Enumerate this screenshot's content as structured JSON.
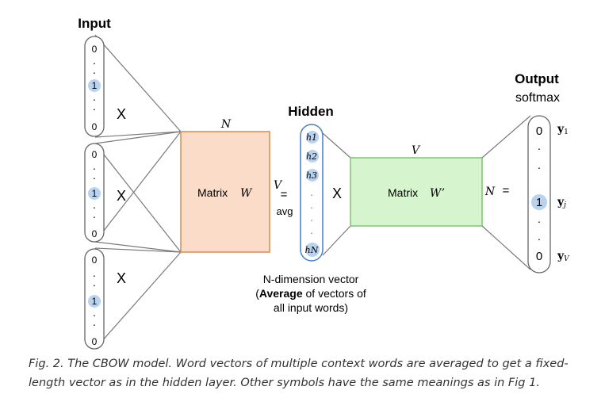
{
  "title": "Fig. 2 CBOW model",
  "input": {
    "label": "Input",
    "vectors": [
      {
        "top": "0",
        "one": "1",
        "bottom": "0"
      },
      {
        "top": "0",
        "one": "1",
        "bottom": "0"
      },
      {
        "top": "0",
        "one": "1",
        "bottom": "0"
      }
    ],
    "times": "X"
  },
  "matrix_w": {
    "label": "Matrix",
    "symbol": "W",
    "dim_top": "N",
    "dim_side": "V"
  },
  "avg": {
    "equals": "=",
    "label": "avg"
  },
  "hidden": {
    "label": "Hidden",
    "cells": [
      "h1",
      "h2",
      "h3",
      "hN"
    ],
    "times": "X",
    "desc_line1": "N-dimension vector",
    "desc_bold": "Average",
    "desc_line2_rest": " of vectors of",
    "desc_line3": "all input words)"
  },
  "matrix_w2": {
    "label": "Matrix",
    "symbol": "W’",
    "dim_top": "V",
    "dim_side": "N",
    "equals": "="
  },
  "output": {
    "label": "Output",
    "sublabel": "softmax",
    "cells": [
      "0",
      "1",
      "0"
    ],
    "y_labels": [
      "y",
      "y",
      "y"
    ],
    "y_subs": [
      "1",
      "j",
      "V"
    ]
  },
  "caption": "Fig. 2. The CBOW model. Word vectors of multiple context words are averaged to get a fixed-length vector as in the hidden layer. Other symbols have the same meanings as in Fig 1.",
  "colors": {
    "orange_fill": "#fbdcc8",
    "orange_stroke": "#d98b52",
    "green_fill": "#d6f5cf",
    "green_stroke": "#7fc36f",
    "blue_highlight": "#b9d3ef",
    "hidden_stroke": "#4a7fc0"
  }
}
